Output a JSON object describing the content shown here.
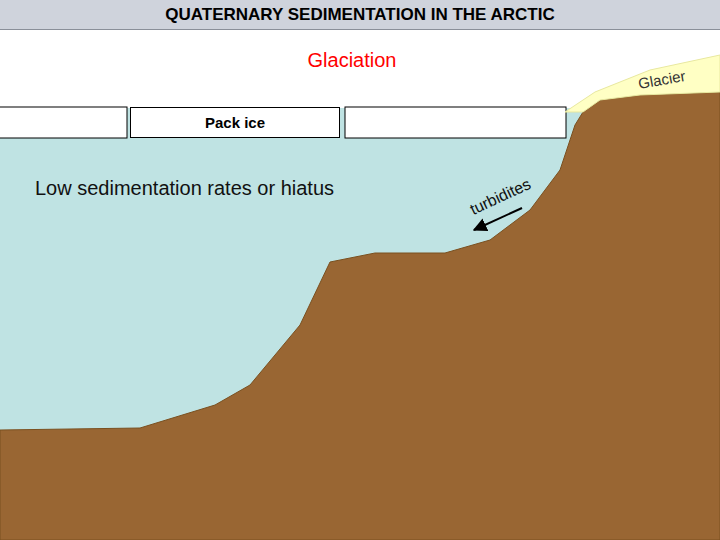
{
  "diagram": {
    "title": "QUATERNARY SEDIMENTATION IN THE ARCTIC",
    "nodes": [
      {
        "text": [
          "Glacier"
        ]
      },
      {
        "text": [
          "Pack ice"
        ]
      }
    ],
    "labels": [
      "Glaciation",
      "Low sedimentation rates or hiatus",
      "turbidites"
    ]
  }
}
